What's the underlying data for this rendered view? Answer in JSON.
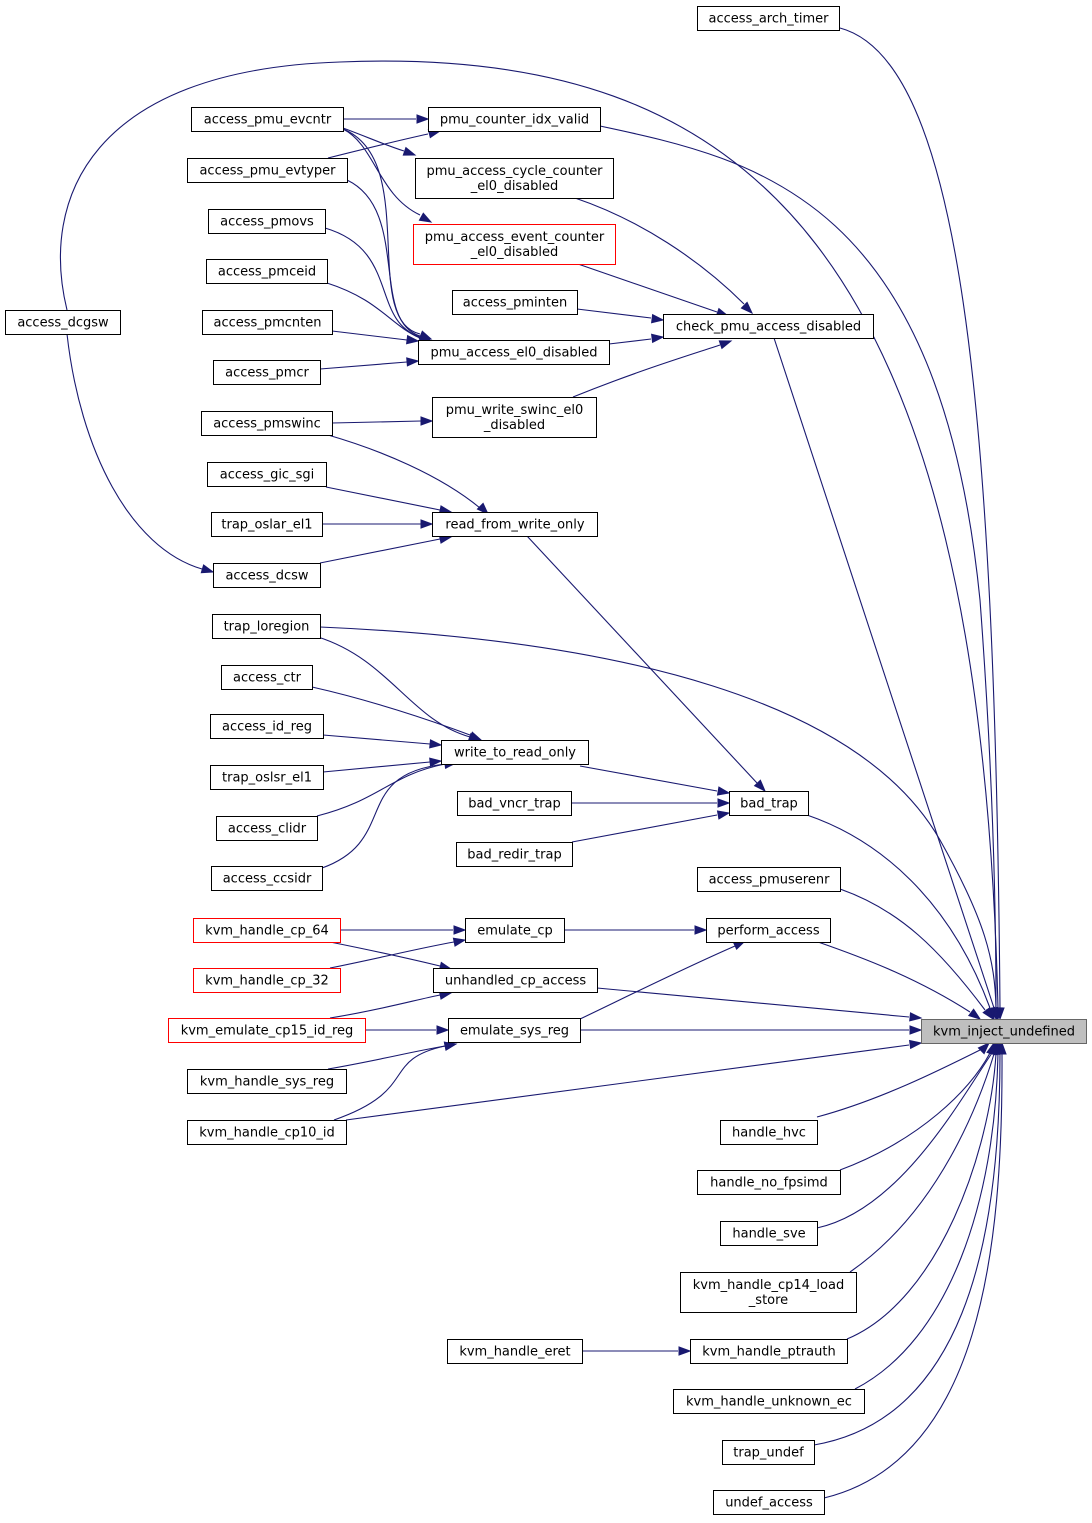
{
  "graph": {
    "kind": "caller-graph",
    "colors": {
      "edge": "#191970",
      "node_border": "#000000",
      "highlight_border": "#ff0000",
      "root_fill": "#bfbfbf",
      "root_border": "#666666"
    },
    "nodes": [
      {
        "id": "n_arch_timer",
        "lines": [
          "access_arch_timer"
        ],
        "style": "normal"
      },
      {
        "id": "n_dcgsw",
        "lines": [
          "access_dcgsw"
        ],
        "style": "normal"
      },
      {
        "id": "n_pmu_evcntr",
        "lines": [
          "access_pmu_evcntr"
        ],
        "style": "normal"
      },
      {
        "id": "n_pmu_evtyper",
        "lines": [
          "access_pmu_evtyper"
        ],
        "style": "normal"
      },
      {
        "id": "n_pmovs",
        "lines": [
          "access_pmovs"
        ],
        "style": "normal"
      },
      {
        "id": "n_pmceid",
        "lines": [
          "access_pmceid"
        ],
        "style": "normal"
      },
      {
        "id": "n_pmcnten",
        "lines": [
          "access_pmcnten"
        ],
        "style": "normal"
      },
      {
        "id": "n_pmcr",
        "lines": [
          "access_pmcr"
        ],
        "style": "normal"
      },
      {
        "id": "n_pmswinc",
        "lines": [
          "access_pmswinc"
        ],
        "style": "normal"
      },
      {
        "id": "n_gic_sgi",
        "lines": [
          "access_gic_sgi"
        ],
        "style": "normal"
      },
      {
        "id": "n_trap_oslar",
        "lines": [
          "trap_oslar_el1"
        ],
        "style": "normal"
      },
      {
        "id": "n_dcsw",
        "lines": [
          "access_dcsw"
        ],
        "style": "normal"
      },
      {
        "id": "n_trap_loregion",
        "lines": [
          "trap_loregion"
        ],
        "style": "normal"
      },
      {
        "id": "n_ctr",
        "lines": [
          "access_ctr"
        ],
        "style": "normal"
      },
      {
        "id": "n_id_reg",
        "lines": [
          "access_id_reg"
        ],
        "style": "normal"
      },
      {
        "id": "n_trap_oslsr",
        "lines": [
          "trap_oslsr_el1"
        ],
        "style": "normal"
      },
      {
        "id": "n_clidr",
        "lines": [
          "access_clidr"
        ],
        "style": "normal"
      },
      {
        "id": "n_ccsidr",
        "lines": [
          "access_ccsidr"
        ],
        "style": "normal"
      },
      {
        "id": "n_cp_64",
        "lines": [
          "kvm_handle_cp_64"
        ],
        "style": "red"
      },
      {
        "id": "n_cp_32",
        "lines": [
          "kvm_handle_cp_32"
        ],
        "style": "red"
      },
      {
        "id": "n_cp15_id",
        "lines": [
          "kvm_emulate_cp15_id_reg"
        ],
        "style": "red"
      },
      {
        "id": "n_sys_reg",
        "lines": [
          "kvm_handle_sys_reg"
        ],
        "style": "normal"
      },
      {
        "id": "n_cp10_id",
        "lines": [
          "kvm_handle_cp10_id"
        ],
        "style": "normal"
      },
      {
        "id": "n_counter_idx",
        "lines": [
          "pmu_counter_idx_valid"
        ],
        "style": "normal"
      },
      {
        "id": "n_cycle_counter",
        "lines": [
          "pmu_access_cycle_counter",
          "_el0_disabled"
        ],
        "style": "normal"
      },
      {
        "id": "n_event_counter",
        "lines": [
          "pmu_access_event_counter",
          "_el0_disabled"
        ],
        "style": "red"
      },
      {
        "id": "n_pminten",
        "lines": [
          "access_pminten"
        ],
        "style": "normal"
      },
      {
        "id": "n_el0_disabled",
        "lines": [
          "pmu_access_el0_disabled"
        ],
        "style": "normal"
      },
      {
        "id": "n_swinc_el0",
        "lines": [
          "pmu_write_swinc_el0",
          "_disabled"
        ],
        "style": "normal"
      },
      {
        "id": "n_read_from_wo",
        "lines": [
          "read_from_write_only"
        ],
        "style": "normal"
      },
      {
        "id": "n_write_to_ro",
        "lines": [
          "write_to_read_only"
        ],
        "style": "normal"
      },
      {
        "id": "n_bad_vncr",
        "lines": [
          "bad_vncr_trap"
        ],
        "style": "normal"
      },
      {
        "id": "n_bad_redir",
        "lines": [
          "bad_redir_trap"
        ],
        "style": "normal"
      },
      {
        "id": "n_emulate_cp",
        "lines": [
          "emulate_cp"
        ],
        "style": "normal"
      },
      {
        "id": "n_unhandled_cp",
        "lines": [
          "unhandled_cp_access"
        ],
        "style": "normal"
      },
      {
        "id": "n_emulate_sys",
        "lines": [
          "emulate_sys_reg"
        ],
        "style": "normal"
      },
      {
        "id": "n_check_pmu",
        "lines": [
          "check_pmu_access_disabled"
        ],
        "style": "normal"
      },
      {
        "id": "n_bad_trap",
        "lines": [
          "bad_trap"
        ],
        "style": "normal"
      },
      {
        "id": "n_pmuserenr",
        "lines": [
          "access_pmuserenr"
        ],
        "style": "normal"
      },
      {
        "id": "n_perform_access",
        "lines": [
          "perform_access"
        ],
        "style": "normal"
      },
      {
        "id": "n_handle_hvc",
        "lines": [
          "handle_hvc"
        ],
        "style": "normal"
      },
      {
        "id": "n_no_fpsimd",
        "lines": [
          "handle_no_fpsimd"
        ],
        "style": "normal"
      },
      {
        "id": "n_handle_sve",
        "lines": [
          "handle_sve"
        ],
        "style": "normal"
      },
      {
        "id": "n_cp14_ls",
        "lines": [
          "kvm_handle_cp14_load",
          "_store"
        ],
        "style": "normal"
      },
      {
        "id": "n_eret",
        "lines": [
          "kvm_handle_eret"
        ],
        "style": "normal"
      },
      {
        "id": "n_ptrauth",
        "lines": [
          "kvm_handle_ptrauth"
        ],
        "style": "normal"
      },
      {
        "id": "n_unknown_ec",
        "lines": [
          "kvm_handle_unknown_ec"
        ],
        "style": "normal"
      },
      {
        "id": "n_trap_undef",
        "lines": [
          "trap_undef"
        ],
        "style": "normal"
      },
      {
        "id": "n_undef_access",
        "lines": [
          "undef_access"
        ],
        "style": "normal"
      },
      {
        "id": "n_root",
        "lines": [
          "kvm_inject_undefined"
        ],
        "style": "root"
      }
    ],
    "edges": [
      {
        "from": "n_arch_timer",
        "to": "n_root"
      },
      {
        "from": "n_dcgsw",
        "to": "n_root"
      },
      {
        "from": "n_dcgsw",
        "to": "n_dcsw"
      },
      {
        "from": "n_pmu_evcntr",
        "to": "n_counter_idx"
      },
      {
        "from": "n_pmu_evcntr",
        "to": "n_cycle_counter"
      },
      {
        "from": "n_pmu_evcntr",
        "to": "n_event_counter"
      },
      {
        "from": "n_pmu_evcntr",
        "to": "n_el0_disabled"
      },
      {
        "from": "n_pmu_evtyper",
        "to": "n_counter_idx"
      },
      {
        "from": "n_pmu_evtyper",
        "to": "n_el0_disabled"
      },
      {
        "from": "n_pmovs",
        "to": "n_el0_disabled"
      },
      {
        "from": "n_pmceid",
        "to": "n_el0_disabled"
      },
      {
        "from": "n_pmcnten",
        "to": "n_el0_disabled"
      },
      {
        "from": "n_pmcr",
        "to": "n_el0_disabled"
      },
      {
        "from": "n_pmswinc",
        "to": "n_swinc_el0"
      },
      {
        "from": "n_pmswinc",
        "to": "n_read_from_wo"
      },
      {
        "from": "n_gic_sgi",
        "to": "n_read_from_wo"
      },
      {
        "from": "n_trap_oslar",
        "to": "n_read_from_wo"
      },
      {
        "from": "n_dcsw",
        "to": "n_read_from_wo"
      },
      {
        "from": "n_trap_loregion",
        "to": "n_root"
      },
      {
        "from": "n_trap_loregion",
        "to": "n_write_to_ro"
      },
      {
        "from": "n_ctr",
        "to": "n_write_to_ro"
      },
      {
        "from": "n_id_reg",
        "to": "n_write_to_ro"
      },
      {
        "from": "n_trap_oslsr",
        "to": "n_write_to_ro"
      },
      {
        "from": "n_clidr",
        "to": "n_write_to_ro"
      },
      {
        "from": "n_ccsidr",
        "to": "n_write_to_ro"
      },
      {
        "from": "n_cp_64",
        "to": "n_emulate_cp"
      },
      {
        "from": "n_cp_64",
        "to": "n_unhandled_cp"
      },
      {
        "from": "n_cp_32",
        "to": "n_emulate_cp"
      },
      {
        "from": "n_cp15_id",
        "to": "n_unhandled_cp"
      },
      {
        "from": "n_cp15_id",
        "to": "n_emulate_sys"
      },
      {
        "from": "n_sys_reg",
        "to": "n_emulate_sys"
      },
      {
        "from": "n_cp10_id",
        "to": "n_emulate_sys"
      },
      {
        "from": "n_cp10_id",
        "to": "n_root"
      },
      {
        "from": "n_counter_idx",
        "to": "n_root"
      },
      {
        "from": "n_cycle_counter",
        "to": "n_check_pmu"
      },
      {
        "from": "n_event_counter",
        "to": "n_check_pmu"
      },
      {
        "from": "n_pminten",
        "to": "n_check_pmu"
      },
      {
        "from": "n_el0_disabled",
        "to": "n_check_pmu"
      },
      {
        "from": "n_swinc_el0",
        "to": "n_check_pmu"
      },
      {
        "from": "n_read_from_wo",
        "to": "n_bad_trap"
      },
      {
        "from": "n_write_to_ro",
        "to": "n_bad_trap"
      },
      {
        "from": "n_bad_vncr",
        "to": "n_bad_trap"
      },
      {
        "from": "n_bad_redir",
        "to": "n_bad_trap"
      },
      {
        "from": "n_emulate_cp",
        "to": "n_perform_access"
      },
      {
        "from": "n_emulate_sys",
        "to": "n_perform_access"
      },
      {
        "from": "n_emulate_sys",
        "to": "n_root"
      },
      {
        "from": "n_unhandled_cp",
        "to": "n_root"
      },
      {
        "from": "n_check_pmu",
        "to": "n_root"
      },
      {
        "from": "n_bad_trap",
        "to": "n_root"
      },
      {
        "from": "n_pmuserenr",
        "to": "n_root"
      },
      {
        "from": "n_perform_access",
        "to": "n_root"
      },
      {
        "from": "n_handle_hvc",
        "to": "n_root"
      },
      {
        "from": "n_no_fpsimd",
        "to": "n_root"
      },
      {
        "from": "n_handle_sve",
        "to": "n_root"
      },
      {
        "from": "n_cp14_ls",
        "to": "n_root"
      },
      {
        "from": "n_eret",
        "to": "n_ptrauth"
      },
      {
        "from": "n_ptrauth",
        "to": "n_root"
      },
      {
        "from": "n_unknown_ec",
        "to": "n_root"
      },
      {
        "from": "n_trap_undef",
        "to": "n_root"
      },
      {
        "from": "n_undef_access",
        "to": "n_root"
      }
    ]
  }
}
